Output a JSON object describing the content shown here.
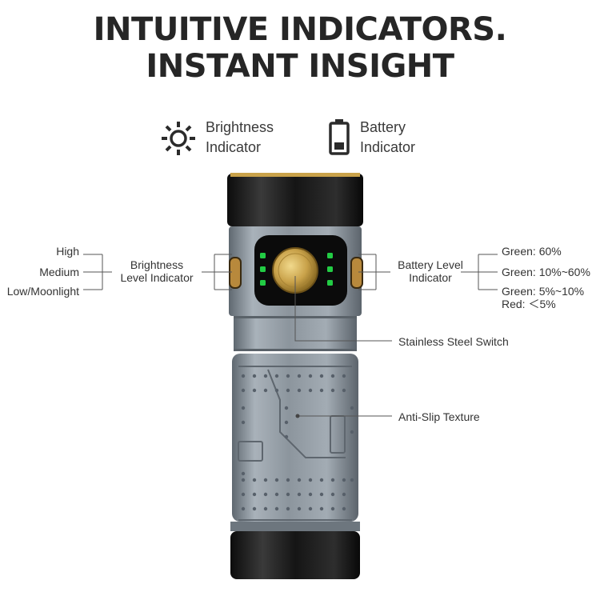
{
  "heading": {
    "line1": "INTUITIVE INDICATORS.",
    "line2": "INSTANT INSIGHT"
  },
  "legend": {
    "brightness": {
      "line1": "Brightness",
      "line2": "Indicator",
      "icon": "sun-icon"
    },
    "battery": {
      "line1": "Battery",
      "line2": "Indicator",
      "icon": "battery-icon"
    }
  },
  "brightness_levels": [
    "High",
    "Medium",
    "Low/Moonlight"
  ],
  "brightness_indicator_label": {
    "line1": "Brightness",
    "line2": "Level Indicator"
  },
  "battery_indicator_label": {
    "line1": "Battery Level",
    "line2": "Indicator"
  },
  "battery_levels": [
    "Green:  60%",
    "Green: 10%~60%",
    "Green: 5%~10%",
    "Red: ＜5%"
  ],
  "callouts": {
    "switch": "Stainless Steel Switch",
    "texture": "Anti-Slip Texture"
  },
  "colors": {
    "led_green": "#22cc44",
    "brass": "#c9a24a",
    "body_gray": "#8a939c",
    "cap_black": "#151515"
  }
}
